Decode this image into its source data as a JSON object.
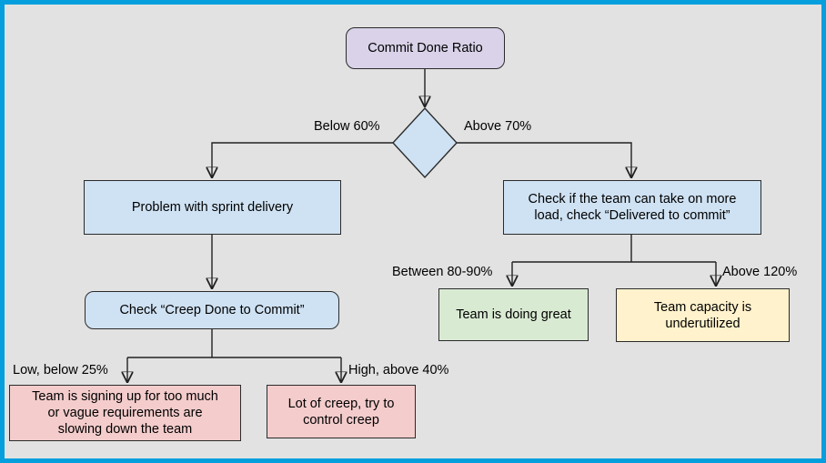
{
  "canvas": {
    "frame_color": "#049fdc",
    "background_color": "#e2e2e2"
  },
  "nodes": {
    "root": {
      "label": "Commit Done Ratio",
      "color": "#d9d2e9"
    },
    "problem_delivery": {
      "label": "Problem with sprint delivery",
      "color": "#cfe2f3"
    },
    "check_load": {
      "label": "Check if the team can take on more\nload, check “Delivered to commit”",
      "color": "#cfe2f3"
    },
    "check_creep": {
      "label": "Check “Creep Done to Commit”",
      "color": "#cfe2f3"
    },
    "signing_up_too_much": {
      "label": "Team is signing up for too much\nor vague requirements are\nslowing down the team",
      "color": "#f4cccc"
    },
    "lot_of_creep": {
      "label": "Lot of creep, try to\ncontrol creep",
      "color": "#f4cccc"
    },
    "doing_great": {
      "label": "Team is doing great",
      "color": "#d9ead3"
    },
    "underutilized": {
      "label": "Team capacity is\nunderutilized",
      "color": "#fff2cc"
    }
  },
  "edge_labels": {
    "below_60": "Below 60%",
    "above_70": "Above 70%",
    "between_80_90": "Between 80-90%",
    "above_120": "Above 120%",
    "low_below_25": "Low, below 25%",
    "high_above_40": "High, above 40%"
  }
}
